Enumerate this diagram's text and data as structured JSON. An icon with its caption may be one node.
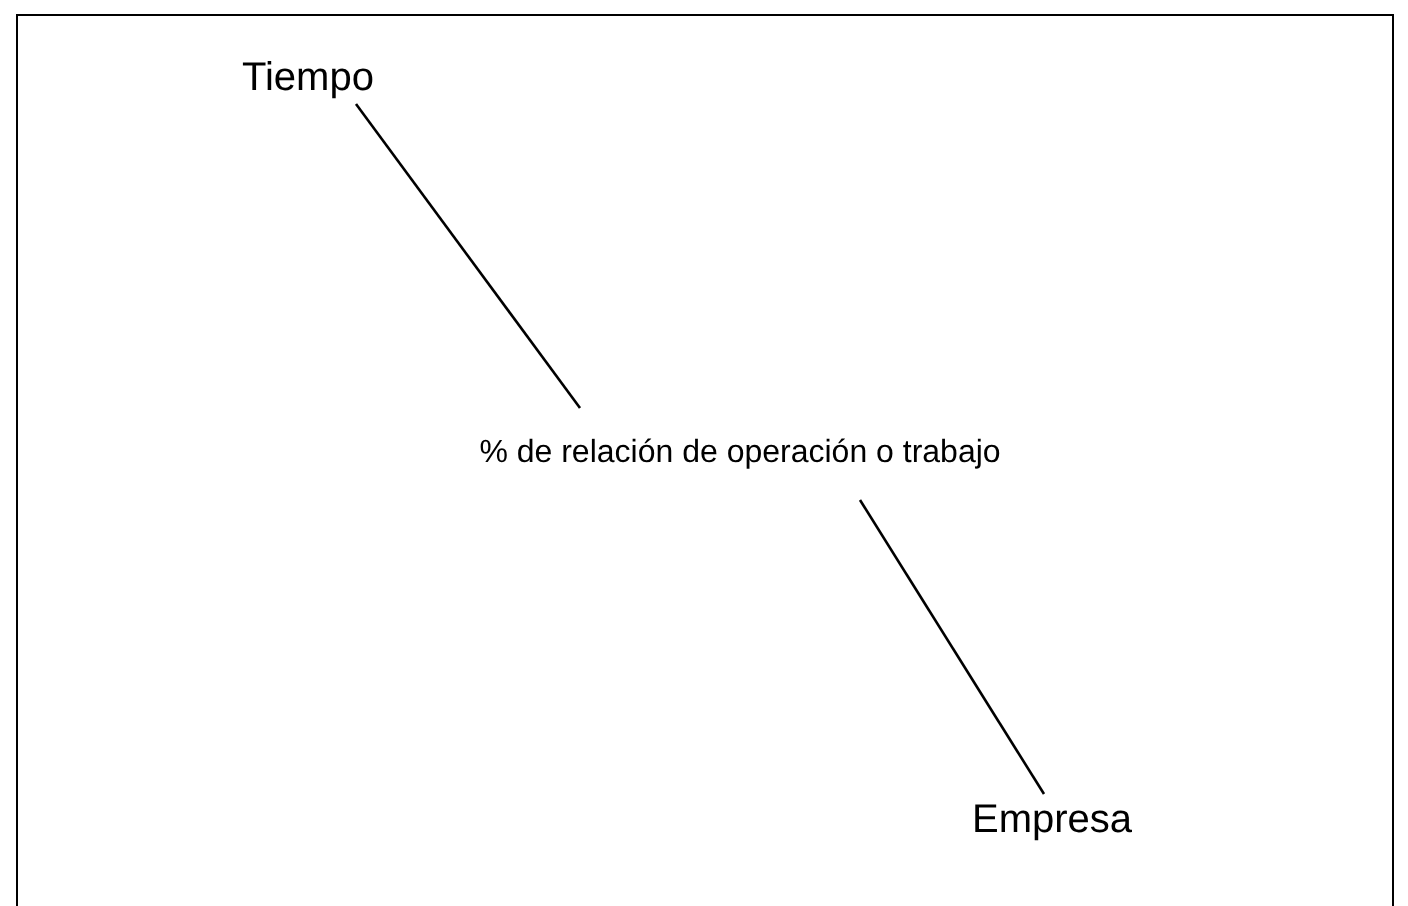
{
  "diagram": {
    "nodes": [
      {
        "text": [
          "Tiempo"
        ]
      },
      {
        "text": [
          "% de relación de operación o trabajo"
        ]
      },
      {
        "text": [
          "Empresa"
        ]
      }
    ],
    "edges": [
      {
        "from": 0,
        "to": 1,
        "arrow": "none"
      },
      {
        "from": 1,
        "to": 2,
        "arrow": "none"
      }
    ]
  }
}
